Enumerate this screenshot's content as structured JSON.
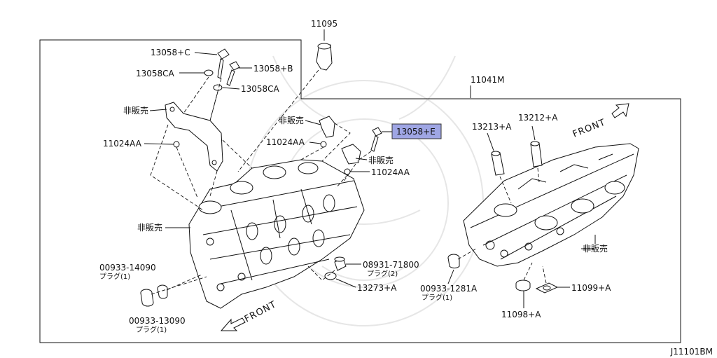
{
  "diagram_code": "J11101BM",
  "labels": {
    "p11095": "11095",
    "p13058c": "13058+C",
    "p13058b": "13058+B",
    "p13058ca_left": "13058CA",
    "p13058ca_right": "13058CA",
    "p11041m": "11041M",
    "p13058e": "13058+E",
    "p13213a": "13213+A",
    "p13212a": "13212+A",
    "not_for_sale_1": "非販売",
    "not_for_sale_2": "非販売",
    "not_for_sale_3": "非販売",
    "not_for_sale_4": "非販売",
    "not_for_sale_5": "非販売",
    "p11024aa_1": "11024AA",
    "p11024aa_2": "11024AA",
    "p11024aa_3": "11024AA",
    "p00933_14090": "00933-14090",
    "plug1_a": "プラグ(1)",
    "p00933_13090": "00933-13090",
    "plug1_b": "プラグ(1)",
    "p08931_71800": "08931-71800",
    "plug2": "プラグ(2)",
    "p13273a": "13273+A",
    "p00933_1281a": "00933-1281A",
    "plug1_c": "プラグ(1)",
    "p11098a": "11098+A",
    "p11099a": "11099+A",
    "front_left": "FRONT",
    "front_right": "FRONT"
  },
  "highlight_color": "#9fa6e4"
}
